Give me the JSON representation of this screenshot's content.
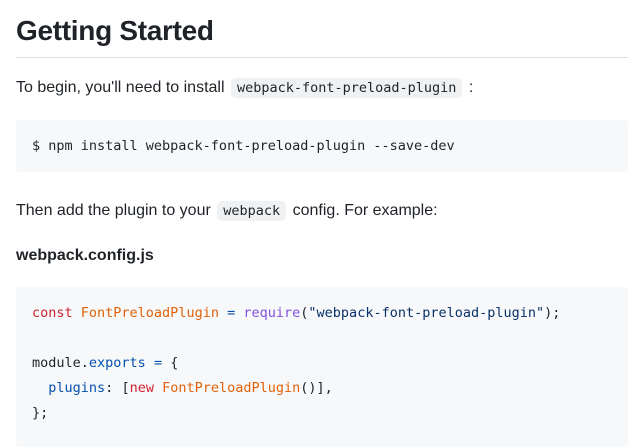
{
  "heading": "Getting Started",
  "intro": {
    "before": "To begin, you'll need to install",
    "code": "webpack-font-preload-plugin",
    "after": ":"
  },
  "install_command": "$ npm install webpack-font-preload-plugin --save-dev",
  "then": {
    "before": "Then add the plugin to your",
    "code": "webpack",
    "after": "config. For example:"
  },
  "config_filename": "webpack.config.js",
  "config_code": {
    "l1": {
      "kw": "const",
      "name": "FontPreloadPlugin",
      "eq": "=",
      "fn": "require",
      "open": "(",
      "str": "\"webpack-font-preload-plugin\"",
      "close": ");"
    },
    "l3": {
      "obj": "module.",
      "prop": "exports",
      "eq": "=",
      "brace": "{"
    },
    "l4": {
      "indent": "  ",
      "prop": "plugins",
      "colon": ":",
      "bracket": "[",
      "kw": "new",
      "name": "FontPreloadPlugin",
      "tail": "()],"
    },
    "l5": {
      "end": "};"
    }
  }
}
